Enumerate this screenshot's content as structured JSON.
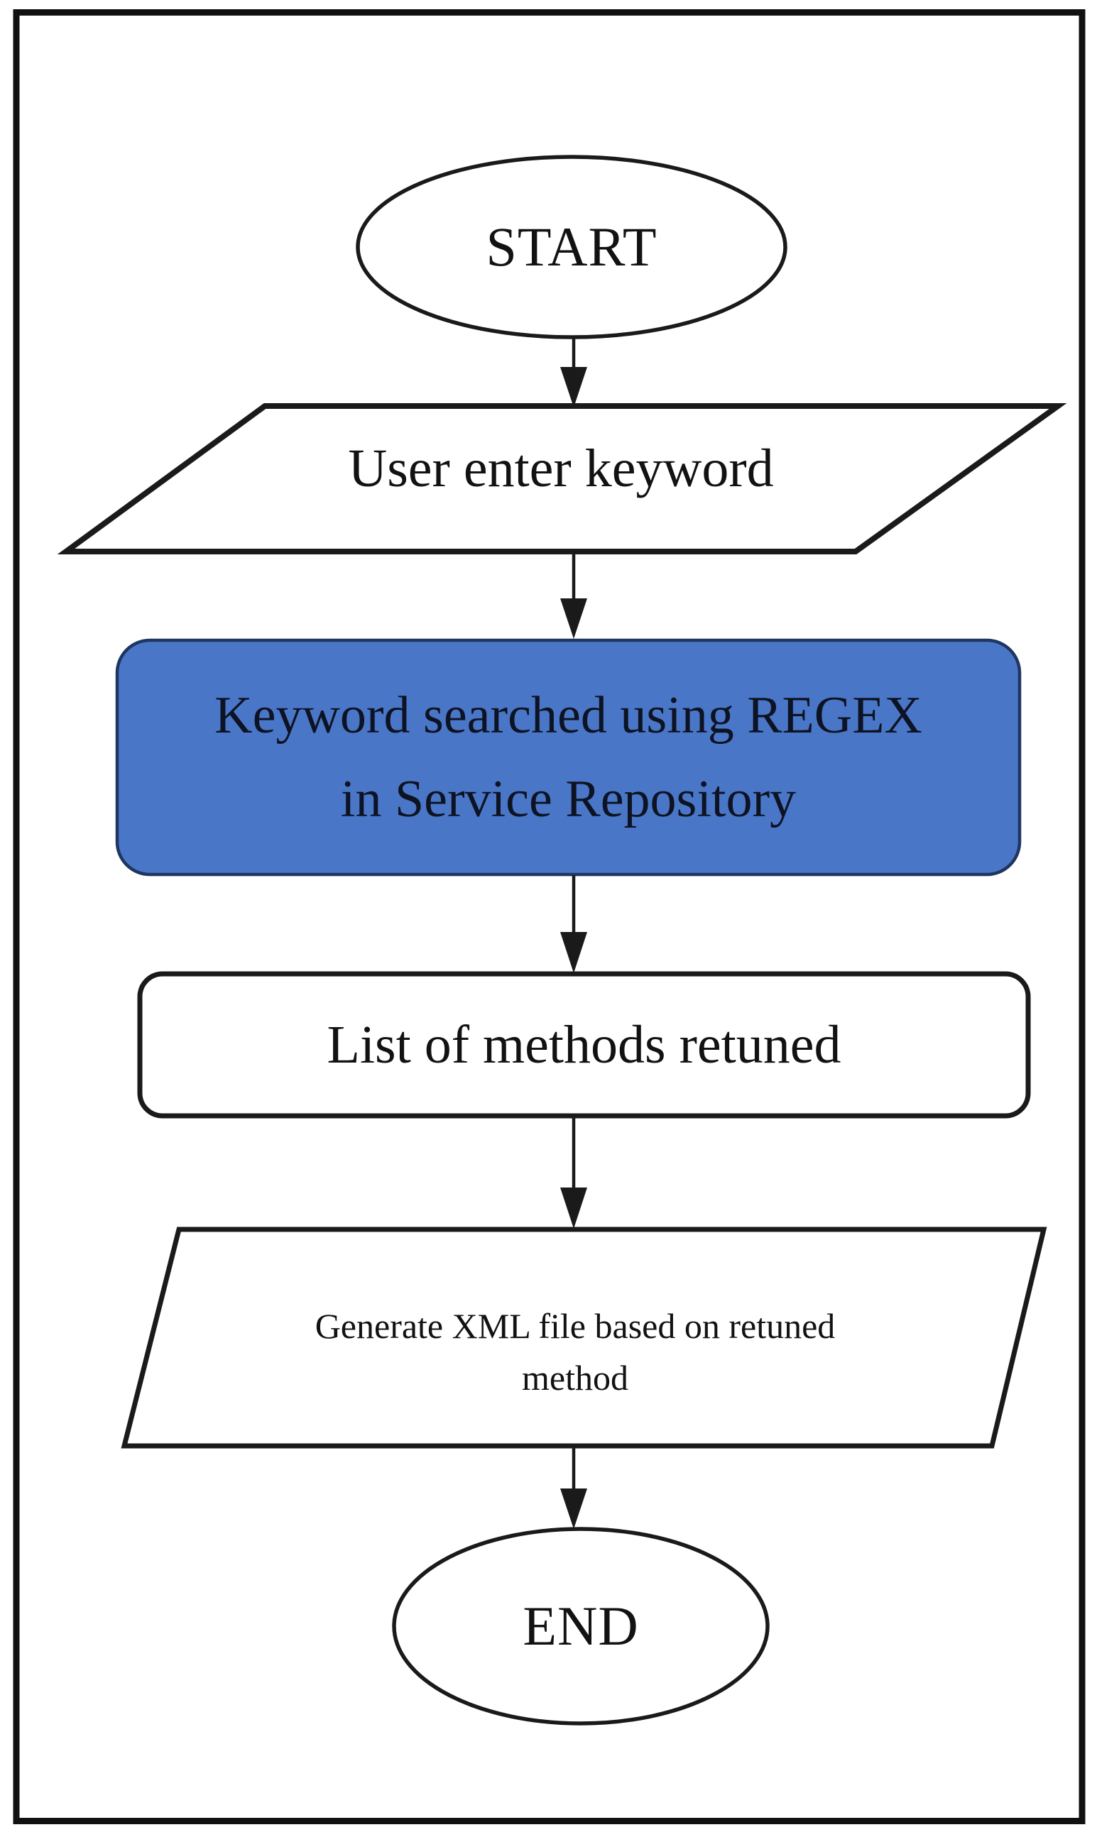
{
  "diagram": {
    "type": "flowchart",
    "nodes": {
      "start": {
        "shape": "ellipse",
        "label": "START"
      },
      "input_keyword": {
        "shape": "parallelogram",
        "label": "User enter keyword"
      },
      "regex_search": {
        "shape": "rounded-rectangle",
        "line1": "Keyword searched using REGEX",
        "line2": "in Service Repository"
      },
      "methods_returned": {
        "shape": "rounded-rectangle",
        "label": "List of methods retuned"
      },
      "generate_xml": {
        "shape": "parallelogram",
        "line1": "Generate XML file based on retuned",
        "line2": "method"
      },
      "end": {
        "shape": "ellipse",
        "label": "END"
      }
    },
    "edges": [
      {
        "from": "start",
        "to": "input_keyword"
      },
      {
        "from": "input_keyword",
        "to": "regex_search"
      },
      {
        "from": "regex_search",
        "to": "methods_returned"
      },
      {
        "from": "methods_returned",
        "to": "generate_xml"
      },
      {
        "from": "generate_xml",
        "to": "end"
      }
    ],
    "colors": {
      "background": "#FFFFFF",
      "shape_fill": "#FFFFFF",
      "shape_stroke": "#1A1A1A",
      "process_fill": "#4A76C8",
      "process_border": "#1E3660",
      "text": "#121212"
    }
  }
}
